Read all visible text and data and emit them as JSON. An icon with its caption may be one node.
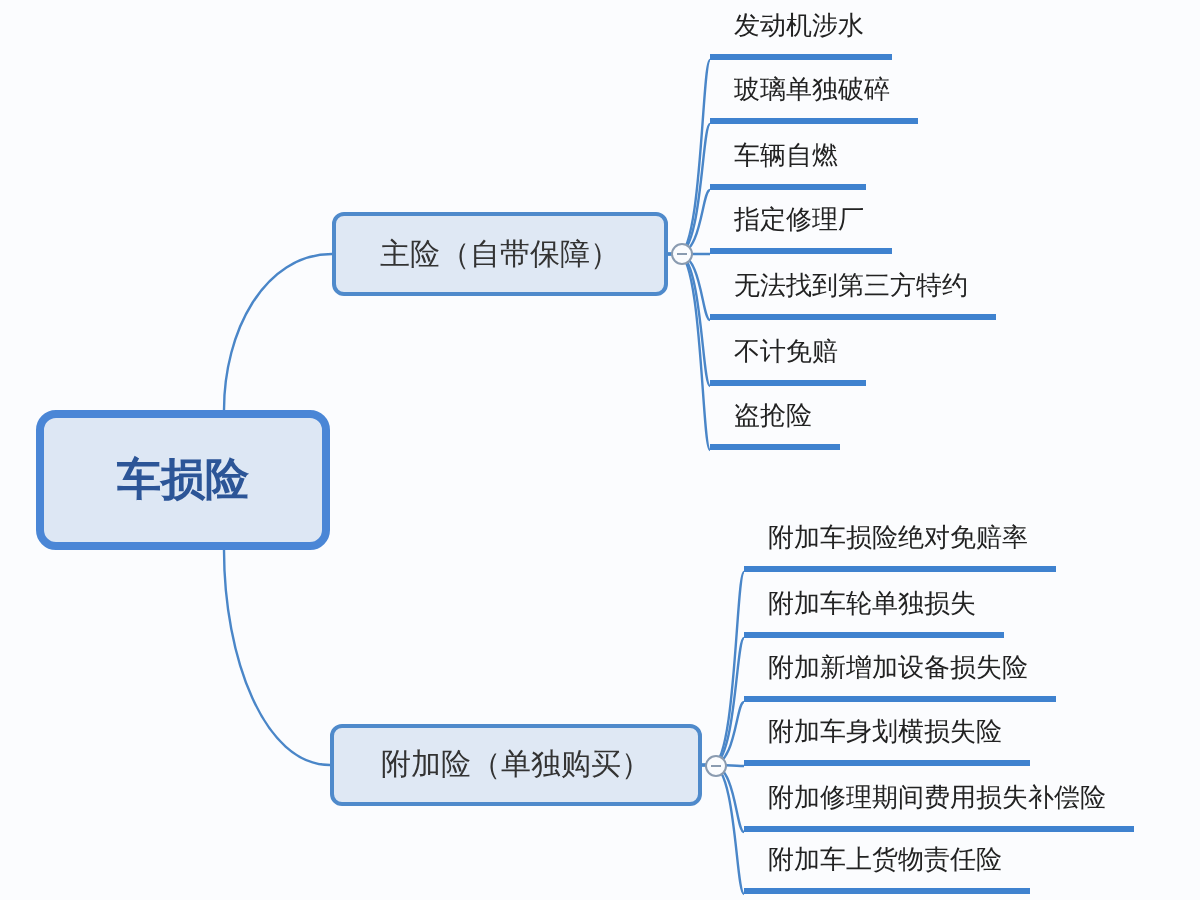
{
  "diagram": {
    "nodes": [
      {
        "text": [
          "车损险"
        ]
      },
      {
        "text": [
          "主险（自带保障）"
        ]
      },
      {
        "text": [
          "发动机涉水"
        ]
      },
      {
        "text": [
          "玻璃单独破碎"
        ]
      },
      {
        "text": [
          "车辆自燃"
        ]
      },
      {
        "text": [
          "指定修理厂"
        ]
      },
      {
        "text": [
          "无法找到第三方特约"
        ]
      },
      {
        "text": [
          "不计免赔"
        ]
      },
      {
        "text": [
          "盗抢险"
        ]
      },
      {
        "text": [
          "附加险（单独购买）"
        ]
      },
      {
        "text": [
          "附加车损险绝对免赔率"
        ]
      },
      {
        "text": [
          "附加车轮单独损失"
        ]
      },
      {
        "text": [
          "附加新增加设备损失险"
        ]
      },
      {
        "text": [
          "附加车身划横损失险"
        ]
      },
      {
        "text": [
          "附加修理期间费用损失补偿险"
        ]
      },
      {
        "text": [
          "附加车上货物责任险"
        ]
      }
    ],
    "edges": [
      {
        "from": 0,
        "to": 1,
        "arrow": "none"
      },
      {
        "from": 1,
        "to": 2,
        "arrow": "none"
      },
      {
        "from": 1,
        "to": 3,
        "arrow": "none"
      },
      {
        "from": 1,
        "to": 4,
        "arrow": "none"
      },
      {
        "from": 1,
        "to": 5,
        "arrow": "none"
      },
      {
        "from": 1,
        "to": 6,
        "arrow": "none"
      },
      {
        "from": 1,
        "to": 7,
        "arrow": "none"
      },
      {
        "from": 1,
        "to": 8,
        "arrow": "none"
      },
      {
        "from": 0,
        "to": 9,
        "arrow": "none"
      },
      {
        "from": 9,
        "to": 10,
        "arrow": "none"
      },
      {
        "from": 9,
        "to": 11,
        "arrow": "none"
      },
      {
        "from": 9,
        "to": 12,
        "arrow": "none"
      },
      {
        "from": 9,
        "to": 13,
        "arrow": "none"
      },
      {
        "from": 9,
        "to": 14,
        "arrow": "none"
      },
      {
        "from": 9,
        "to": 15,
        "arrow": "none"
      }
    ]
  }
}
